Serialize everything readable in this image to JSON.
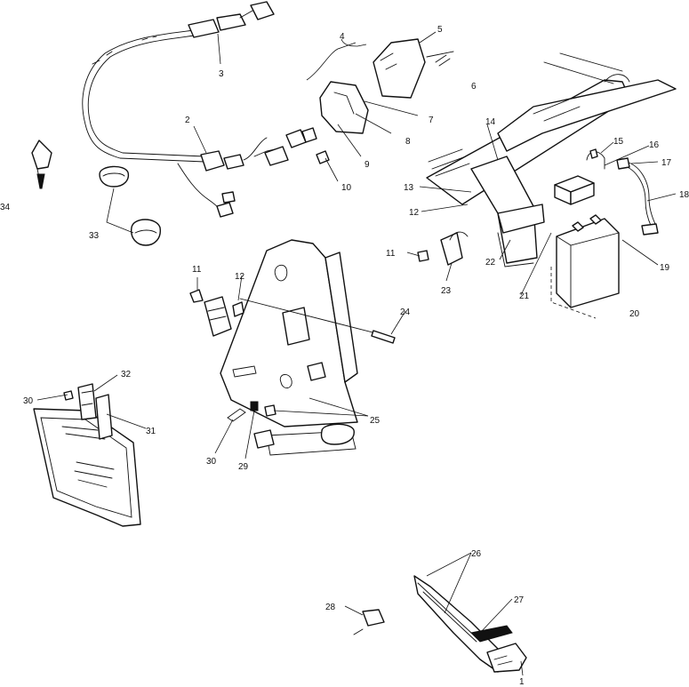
{
  "callouts": [
    {
      "id": "c3",
      "text": "3"
    },
    {
      "id": "c4a",
      "text": "4"
    },
    {
      "id": "c5",
      "text": "5"
    },
    {
      "id": "c6a",
      "text": "6"
    },
    {
      "id": "c7",
      "text": "7"
    },
    {
      "id": "c8",
      "text": "8"
    },
    {
      "id": "c9",
      "text": "9"
    },
    {
      "id": "c10",
      "text": "10"
    },
    {
      "id": "c2",
      "text": "2"
    },
    {
      "id": "c34",
      "text": "34"
    },
    {
      "id": "c33",
      "text": "33"
    },
    {
      "id": "c11a",
      "text": "11"
    },
    {
      "id": "c12a",
      "text": "12"
    },
    {
      "id": "c24",
      "text": "24"
    },
    {
      "id": "c14",
      "text": "14"
    },
    {
      "id": "c13",
      "text": "13"
    },
    {
      "id": "c12b",
      "text": "12"
    },
    {
      "id": "c11b",
      "text": "11"
    },
    {
      "id": "c22",
      "text": "22"
    },
    {
      "id": "c23",
      "text": "23"
    },
    {
      "id": "c21",
      "text": "21"
    },
    {
      "id": "c15",
      "text": "15"
    },
    {
      "id": "c16",
      "text": "16"
    },
    {
      "id": "c17",
      "text": "17"
    },
    {
      "id": "c18",
      "text": "18"
    },
    {
      "id": "c19",
      "text": "19"
    },
    {
      "id": "c20",
      "text": "20"
    },
    {
      "id": "c32",
      "text": "32"
    },
    {
      "id": "c30a",
      "text": "30"
    },
    {
      "id": "c31",
      "text": "31"
    },
    {
      "id": "c25",
      "text": "25"
    },
    {
      "id": "c30b",
      "text": "30"
    },
    {
      "id": "c29",
      "text": "29"
    },
    {
      "id": "c26a",
      "text": "26"
    },
    {
      "id": "c27",
      "text": "27"
    },
    {
      "id": "c28",
      "text": "28"
    },
    {
      "id": "c1",
      "text": "1"
    }
  ]
}
